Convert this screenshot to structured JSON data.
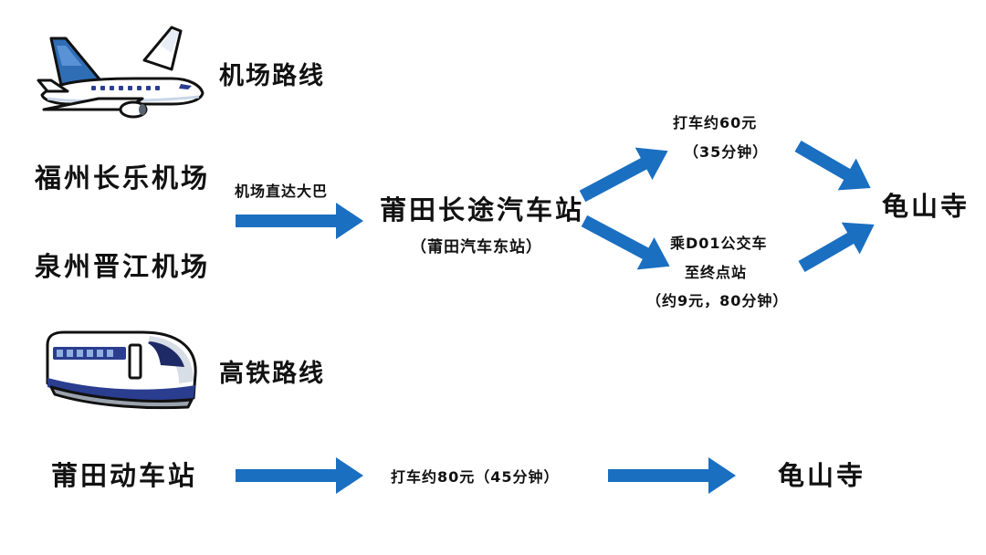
{
  "airport_route": {
    "heading": "机场路线",
    "origins": [
      "福州长乐机场",
      "泉州晋江机场"
    ],
    "bus_label": "机场直达大巴",
    "hub": "莆田长途汽车站",
    "hub_sub": "（莆田汽车东站）",
    "taxi_option": [
      "打车约60元",
      "（35分钟）"
    ],
    "bus_option": [
      "乘D01公交车",
      "至终点站",
      "（约9元，80分钟）"
    ],
    "destination": "龟山寺"
  },
  "rail_route": {
    "heading": "高铁路线",
    "origin": "莆田动车站",
    "taxi_label": "打车约80元（45分钟）",
    "destination": "龟山寺"
  },
  "colors": {
    "arrow": "#1a6fc1",
    "plane_tail": "#2f6db5",
    "train_stripe": "#2a3d8f",
    "text": "#111111"
  },
  "icons": [
    "airplane-icon",
    "bullet-train-icon"
  ]
}
